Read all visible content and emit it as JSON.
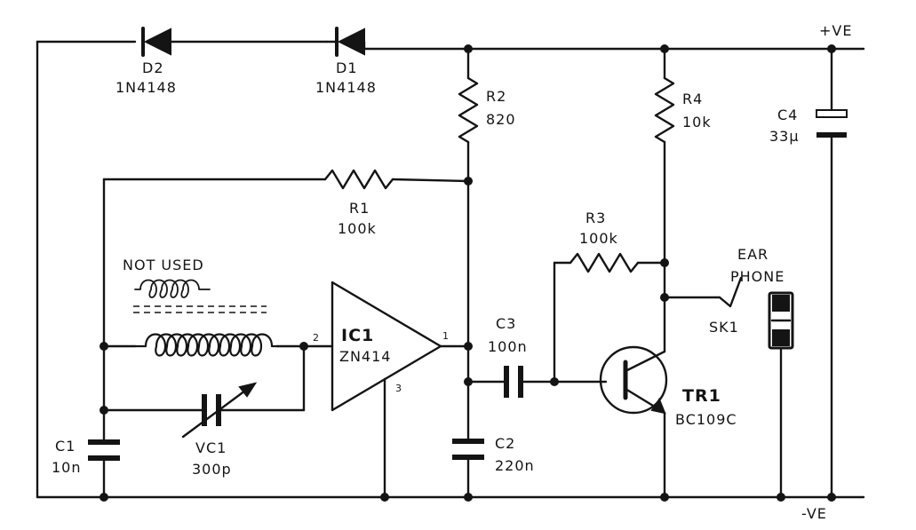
{
  "rails": {
    "positive": "+VE",
    "negative": "-VE"
  },
  "components": {
    "d2": {
      "ref": "D2",
      "value": "1N4148"
    },
    "d1": {
      "ref": "D1",
      "value": "1N4148"
    },
    "r2": {
      "ref": "R2",
      "value": "820"
    },
    "r4": {
      "ref": "R4",
      "value": "10k"
    },
    "c4": {
      "ref": "C4",
      "value": "33μ"
    },
    "r1": {
      "ref": "R1",
      "value": "100k"
    },
    "r3": {
      "ref": "R3",
      "value": "100k"
    },
    "coil_note": "NOT USED",
    "ic1": {
      "ref": "IC1",
      "part": "ZN414",
      "pin_input": "2",
      "pin_output": "1",
      "pin_ground": "3"
    },
    "c3": {
      "ref": "C3",
      "value": "100n"
    },
    "tr1": {
      "ref": "TR1",
      "part": "BC109C"
    },
    "c1": {
      "ref": "C1",
      "value": "10n"
    },
    "vc1": {
      "ref": "VC1",
      "value": "300p"
    },
    "c2": {
      "ref": "C2",
      "value": "220n"
    },
    "earphone": {
      "line1": "EAR",
      "line2": "PHONE"
    },
    "sk1": {
      "ref": "SK1"
    }
  }
}
